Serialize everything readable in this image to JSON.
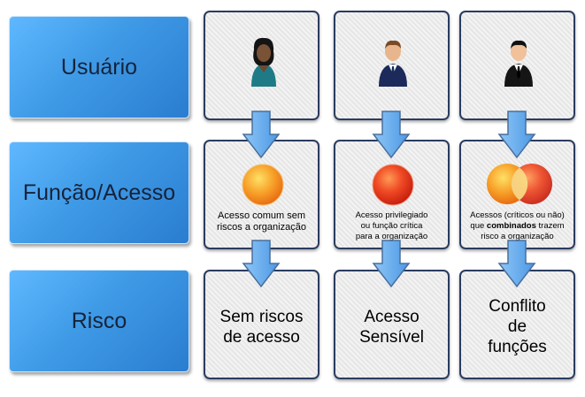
{
  "rows": {
    "usuario": "Usuário",
    "funcao": "Função/Acesso",
    "risco": "Risco"
  },
  "access": {
    "col1": [
      "Acesso comum sem",
      "riscos a organização"
    ],
    "col2": [
      "Acesso privilegiado",
      "ou função crítica",
      "para a organização"
    ],
    "col3_line1": "Acessos (críticos ou não)",
    "col3_line2_pre": "que ",
    "col3_line2_bold": "combinados",
    "col3_line2_post": " trazem",
    "col3_line3": "risco a organização"
  },
  "risk": {
    "col1": [
      "Sem riscos",
      "de acesso"
    ],
    "col2": [
      "Acesso",
      "Sensível"
    ],
    "col3": [
      "Conflito",
      "de",
      "funções"
    ]
  },
  "colors": {
    "label_blue": "#3f9ae6",
    "card_border": "#2a3c60",
    "arrow_blue": "#5aa7ee",
    "circle_orange": "#f58a1e",
    "circle_red": "#e03a22"
  },
  "icons": [
    "user-female-icon",
    "user-male-icon",
    "user-executive-icon",
    "orange-circle-icon",
    "red-circle-icon",
    "overlap-circles-icon",
    "arrow-down-icon"
  ]
}
